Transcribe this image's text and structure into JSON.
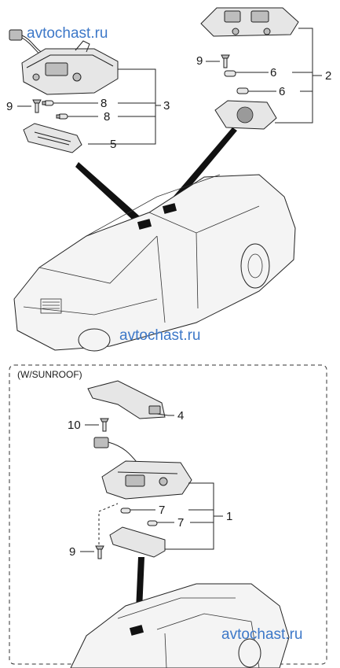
{
  "watermarks": [
    "avtochast.ru",
    "avtochast.ru",
    "avtochast.ru"
  ],
  "section_label": "(W/SUNROOF)",
  "callouts": {
    "top_right": [
      "9",
      "6",
      "6",
      "2"
    ],
    "top_left": [
      "8",
      "8",
      "3",
      "9",
      "5"
    ],
    "bottom": [
      "4",
      "10",
      "7",
      "7",
      "1",
      "9"
    ]
  },
  "colors": {
    "watermark": "#3d78c8",
    "line": "#222222"
  }
}
